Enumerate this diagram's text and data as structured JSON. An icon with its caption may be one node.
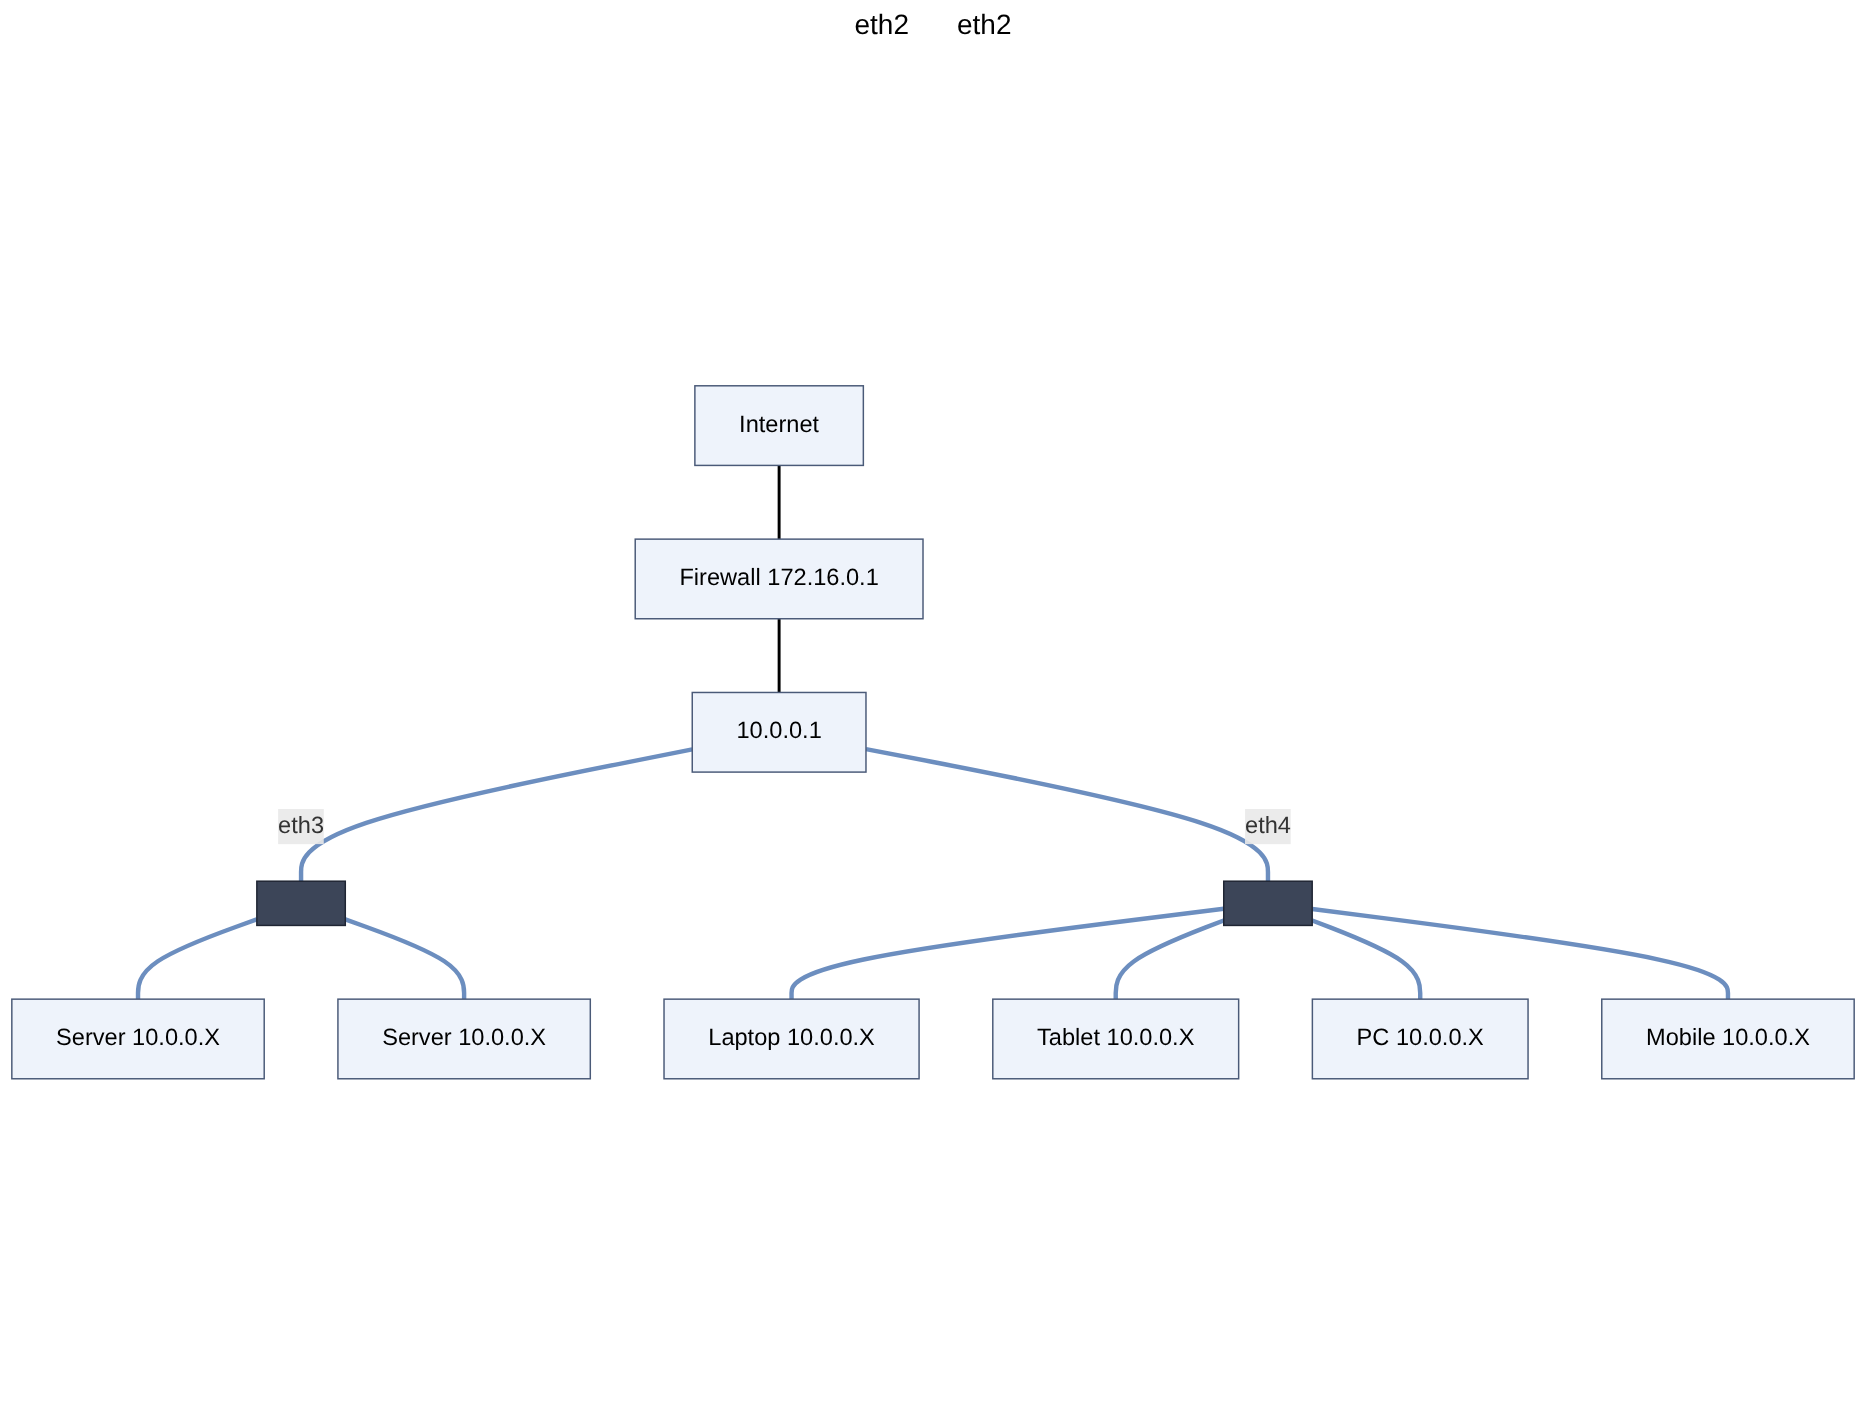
{
  "diagram": {
    "nodes": [
      {
        "text": [
          "Internet"
        ]
      },
      {
        "text": [
          "Firewall 172.16.0.1"
        ]
      },
      {
        "text": [
          "10.0.0.1"
        ]
      },
      {
        "text": [],
        "shape": "box"
      },
      {
        "text": [],
        "shape": "box"
      },
      {
        "text": [
          "Server 10.0.0.X"
        ]
      },
      {
        "text": [
          "Server 10.0.0.X"
        ]
      },
      {
        "text": [
          "Laptop 10.0.0.X"
        ]
      },
      {
        "text": [
          "Tablet 10.0.0.X"
        ]
      },
      {
        "text": [
          "PC 10.0.0.X"
        ]
      },
      {
        "text": [
          "Mobile 10.0.0.X"
        ]
      }
    ],
    "edges": [
      {
        "from": 0,
        "to": 1,
        "arrow": "none",
        "color": "#000000"
      },
      {
        "from": 1,
        "to": 2,
        "arrow": "none",
        "color": "#000000"
      },
      {
        "from": 2,
        "to": 3,
        "arrow": "none",
        "label": "eth3"
      },
      {
        "from": 2,
        "to": 4,
        "arrow": "none",
        "label": "eth4"
      },
      {
        "from": 3,
        "to": 5,
        "arrow": "none"
      },
      {
        "from": 3,
        "to": 6,
        "arrow": "none"
      },
      {
        "from": 4,
        "to": 7,
        "arrow": "none"
      },
      {
        "from": 4,
        "to": 8,
        "arrow": "none"
      },
      {
        "from": 4,
        "to": 9,
        "arrow": "none"
      },
      {
        "from": 4,
        "to": 10,
        "arrow": "none"
      }
    ],
    "labels": [
      "eth2",
      "eth2"
    ]
  }
}
